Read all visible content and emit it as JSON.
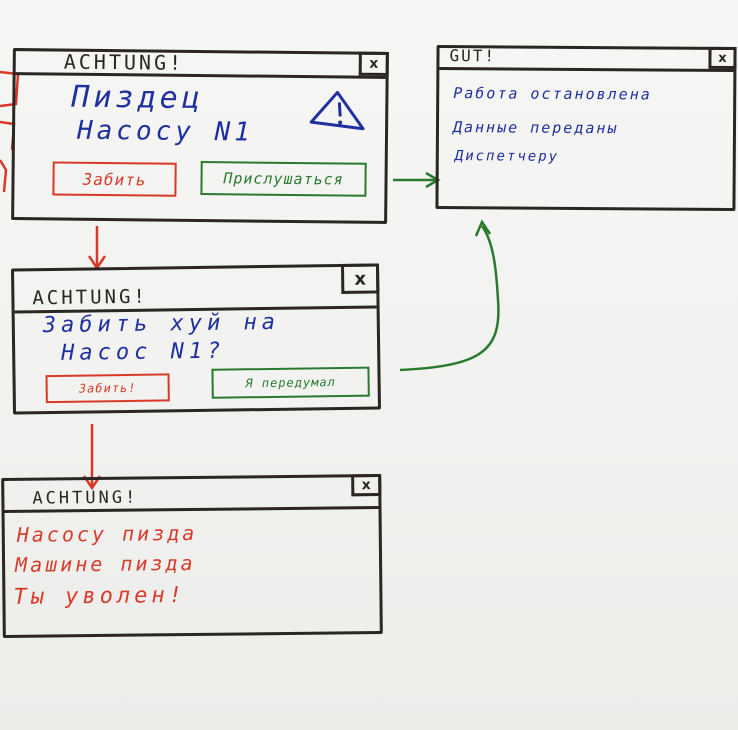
{
  "colors": {
    "ink": "#2b2622",
    "blue_marker": "#1e2fa0",
    "red_marker": "#d83a2a",
    "green_marker": "#2a7a2e",
    "board": "#f4f4f2"
  },
  "dialog1": {
    "title": "ACHTUNG!",
    "close": "x",
    "message_line1": "Пиздец",
    "message_line2": "Насосу N1",
    "warning_icon": "warning-icon",
    "button_red": "Забить",
    "button_green": "Прислушаться"
  },
  "dialog2": {
    "title": "GUT!",
    "close": "x",
    "line1": "Работа остановлена",
    "line2": "Данные переданы",
    "line3": "Диспетчеру"
  },
  "dialog3": {
    "title": "ACHTUNG!",
    "close": "x",
    "message_line1": "Забить хуй на",
    "message_line2": "Насос N1?",
    "button_red": "Забить!",
    "button_green": "Я передумал"
  },
  "dialog4": {
    "title": "ACHTUNG!",
    "close": "x",
    "line1": "Насосу пизда",
    "line2": "Машине пизда",
    "line3": "Ты уволен!"
  }
}
